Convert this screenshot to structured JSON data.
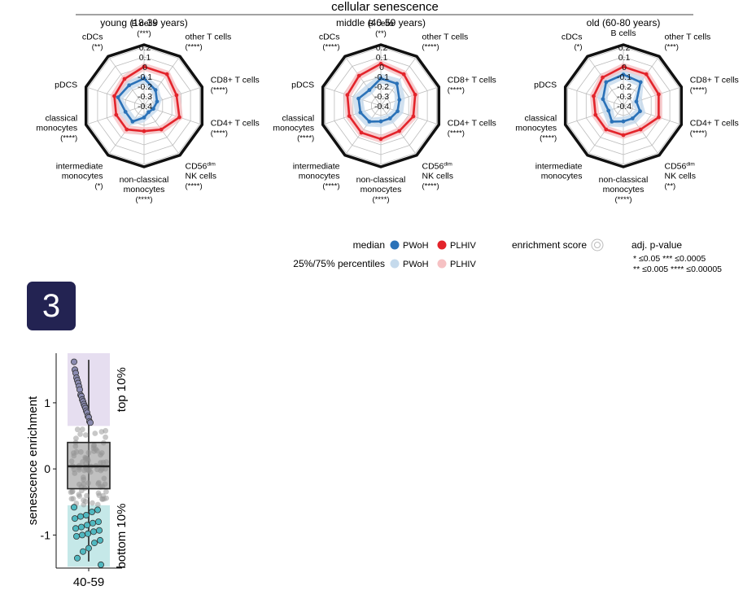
{
  "title": "cellular senescence",
  "panel_label": "3",
  "radar_scale": {
    "rmin": -0.4,
    "rmax": 0.2,
    "ticks": [
      0.2,
      0.1,
      0,
      -0.1,
      -0.2,
      -0.3,
      -0.4
    ],
    "tick_labels": [
      "0.2",
      "0.1",
      "0",
      "-0.1",
      "-0.2",
      "-0.3",
      "-0.4"
    ]
  },
  "axes": [
    {
      "lines": [
        "B cells"
      ]
    },
    {
      "lines": [
        "other T cells"
      ]
    },
    {
      "lines": [
        "CD8+ T cells"
      ]
    },
    {
      "lines": [
        "CD4+ T cells"
      ]
    },
    {
      "lines": [
        "CD56",
        "NK cells"
      ],
      "sup": "dim"
    },
    {
      "lines": [
        "non-classical",
        "monocytes"
      ]
    },
    {
      "lines": [
        "intermediate",
        "monocytes"
      ]
    },
    {
      "lines": [
        "classical",
        "monocytes"
      ]
    },
    {
      "lines": [
        "pDCS"
      ]
    },
    {
      "lines": [
        "cDCs"
      ]
    }
  ],
  "colors": {
    "pwoh": "#2b72b8",
    "plhiv": "#e3242b",
    "pwoh_band": "#c5daec",
    "plhiv_band": "#f6c1c3",
    "top_box": "#e6def0",
    "bottom_box": "#c5e8e8",
    "top_points": "#8a8ab0",
    "bottom_points": "#4fb8c0",
    "mid_points": "#9a9a9a",
    "badge": "#232352"
  },
  "legend": {
    "median_label": "median",
    "percentile_label": "25%/75% percentiles",
    "pwoh": "PWoH",
    "plhiv": "PLHIV",
    "enrichment_label": "enrichment score",
    "pval_title": "adj. p-value",
    "pval_rows": [
      "*    ≤0.05   ***   ≤0.0005",
      "** ≤0.005 **** ≤0.00005"
    ]
  },
  "chart_data": [
    {
      "type": "radar",
      "title": "young (18-39 years)",
      "axes": [
        "B cells",
        "other T cells",
        "CD8+ T cells",
        "CD4+ T cells",
        "CD56dim NK cells",
        "non-classical monocytes",
        "intermediate monocytes",
        "classical monocytes",
        "pDCS",
        "cDCs"
      ],
      "significance": [
        "(***)",
        "(****)",
        "(****)",
        "(****)",
        "(****)",
        "(****)",
        "(*)",
        "(****)",
        "",
        "(**)"
      ],
      "series": [
        {
          "name": "PWoH",
          "median": [
            -0.12,
            -0.2,
            -0.26,
            -0.3,
            -0.32,
            -0.28,
            -0.2,
            -0.2,
            -0.12,
            -0.14
          ],
          "q25": [
            -0.17,
            -0.25,
            -0.3,
            -0.33,
            -0.35,
            -0.32,
            -0.25,
            -0.25,
            -0.17,
            -0.19
          ],
          "q75": [
            -0.07,
            -0.15,
            -0.21,
            -0.25,
            -0.27,
            -0.23,
            -0.15,
            -0.14,
            -0.07,
            -0.09
          ]
        },
        {
          "name": "PLHIV",
          "median": [
            0.0,
            0.0,
            -0.05,
            -0.02,
            -0.1,
            -0.14,
            -0.1,
            -0.1,
            -0.08,
            -0.06
          ],
          "q25": [
            -0.04,
            -0.04,
            -0.09,
            -0.06,
            -0.14,
            -0.18,
            -0.15,
            -0.14,
            -0.12,
            -0.1
          ],
          "q75": [
            0.04,
            0.04,
            -0.01,
            0.02,
            -0.06,
            -0.1,
            -0.05,
            -0.06,
            -0.04,
            -0.02
          ]
        }
      ]
    },
    {
      "type": "radar",
      "title": "middle (40-59 years)",
      "axes": [
        "B cells",
        "other T cells",
        "CD8+ T cells",
        "CD4+ T cells",
        "CD56dim NK cells",
        "non-classical monocytes",
        "intermediate monocytes",
        "classical monocytes",
        "pDCS",
        "cDCs"
      ],
      "significance": [
        "(**)",
        "(****)",
        "(****)",
        "(****)",
        "(****)",
        "(****)",
        "(****)",
        "(****)",
        "",
        "(****)"
      ],
      "series": [
        {
          "name": "PWoH",
          "median": [
            -0.12,
            -0.12,
            -0.2,
            -0.22,
            -0.24,
            -0.24,
            -0.2,
            -0.18,
            -0.16,
            -0.2
          ],
          "q25": [
            -0.17,
            -0.17,
            -0.25,
            -0.27,
            -0.29,
            -0.29,
            -0.25,
            -0.23,
            -0.21,
            -0.25
          ],
          "q75": [
            -0.07,
            -0.06,
            -0.14,
            -0.16,
            -0.18,
            -0.18,
            -0.14,
            -0.12,
            -0.1,
            -0.14
          ]
        },
        {
          "name": "PLHIV",
          "median": [
            0.03,
            0.0,
            -0.03,
            -0.05,
            -0.08,
            -0.06,
            -0.06,
            -0.06,
            -0.04,
            -0.02
          ],
          "q25": [
            -0.01,
            -0.04,
            -0.07,
            -0.09,
            -0.12,
            -0.1,
            -0.1,
            -0.1,
            -0.08,
            -0.06
          ],
          "q75": [
            0.07,
            0.04,
            0.01,
            -0.01,
            -0.04,
            -0.02,
            -0.02,
            -0.02,
            0.0,
            0.02
          ]
        }
      ]
    },
    {
      "type": "radar",
      "title": "old (60-80 years)",
      "axes": [
        "B cells",
        "other T cells",
        "CD8+ T cells",
        "CD4+ T cells",
        "CD56dim NK cells",
        "non-classical monocytes",
        "intermediate monocytes",
        "classical monocytes",
        "pDCS",
        "cDCs"
      ],
      "significance": [
        "",
        "(***)",
        "(****)",
        "(****)",
        "(**)",
        "(****)",
        "",
        "(****)",
        "",
        "(*)"
      ],
      "series": [
        {
          "name": "PWoH",
          "median": [
            -0.08,
            -0.1,
            -0.26,
            -0.22,
            -0.24,
            -0.24,
            -0.2,
            -0.24,
            -0.18,
            -0.1
          ],
          "q25": [
            -0.13,
            -0.15,
            -0.31,
            -0.27,
            -0.29,
            -0.29,
            -0.25,
            -0.29,
            -0.23,
            -0.15
          ],
          "q75": [
            -0.03,
            -0.04,
            -0.2,
            -0.16,
            -0.18,
            -0.18,
            -0.14,
            -0.18,
            -0.12,
            -0.04
          ]
        },
        {
          "name": "PLHIV",
          "median": [
            0.0,
            0.0,
            -0.02,
            -0.02,
            -0.1,
            -0.1,
            -0.1,
            -0.1,
            -0.08,
            -0.04
          ],
          "q25": [
            -0.04,
            -0.04,
            -0.06,
            -0.06,
            -0.14,
            -0.14,
            -0.14,
            -0.14,
            -0.12,
            -0.08
          ],
          "q75": [
            0.04,
            0.04,
            0.02,
            0.02,
            -0.06,
            -0.06,
            -0.06,
            -0.06,
            -0.04,
            0.0
          ]
        }
      ]
    },
    {
      "type": "box",
      "title": "",
      "categories": [
        "40-59"
      ],
      "ylabel": "senescence enrichment",
      "ylim": [
        -1.5,
        1.75
      ],
      "yticks": [
        1,
        0,
        -1
      ],
      "box": {
        "q1": -0.3,
        "median": 0.04,
        "q3": 0.4,
        "whisker_low": -1.4,
        "whisker_high": 1.65
      },
      "top_band": {
        "label": "top 10%",
        "from": 0.65,
        "to": 1.75
      },
      "bottom_band": {
        "label": "bottom 10%",
        "from": -1.48,
        "to": -0.55
      },
      "top_points": [
        1.62,
        1.5,
        1.45,
        1.38,
        1.34,
        1.3,
        1.25,
        1.2,
        1.12,
        1.1,
        1.05,
        1.02,
        0.98,
        0.95,
        0.92,
        0.88,
        0.85,
        0.8,
        0.78,
        0.72,
        0.7
      ],
      "bottom_points": [
        -0.58,
        -0.62,
        -0.65,
        -0.7,
        -0.72,
        -0.75,
        -0.8,
        -0.82,
        -0.85,
        -0.88,
        -0.9,
        -0.93,
        -0.95,
        -0.98,
        -1.0,
        -1.02,
        -1.08,
        -1.12,
        -1.2,
        -1.25,
        -1.35,
        -1.45
      ]
    }
  ]
}
